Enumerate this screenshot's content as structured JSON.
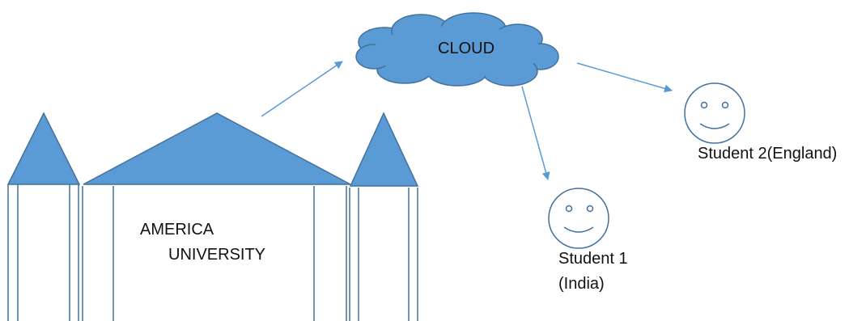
{
  "colors": {
    "fill": "#5b9bd5",
    "stroke": "#41719c",
    "arrow": "#5b9bd5"
  },
  "cloud": {
    "label": "CLOUD",
    "icon": "cloud-shape"
  },
  "building": {
    "line1": "AMERICA",
    "line2": "UNIVERSITY",
    "icon": "university-building"
  },
  "students": [
    {
      "line1": "Student 1",
      "line2": "(India)",
      "icon": "smiley-face-icon"
    },
    {
      "line1": "Student 2(England)",
      "icon": "smiley-face-icon"
    }
  ]
}
